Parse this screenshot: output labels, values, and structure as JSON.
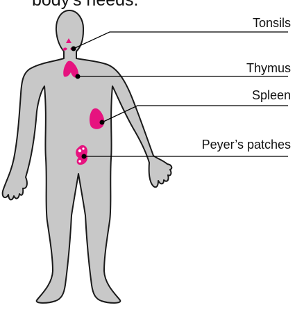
{
  "caption": "body's needs.",
  "colors": {
    "body_fill": "#c8c8c8",
    "body_outline": "#1a1a1a",
    "organ": "#e6137f",
    "leader_line": "#000000"
  },
  "organs": [
    {
      "id": "tonsils",
      "label": "Tonsils"
    },
    {
      "id": "thymus",
      "label": "Thymus"
    },
    {
      "id": "spleen",
      "label": "Spleen"
    },
    {
      "id": "peyers",
      "label": "Peyer’s patches"
    }
  ]
}
